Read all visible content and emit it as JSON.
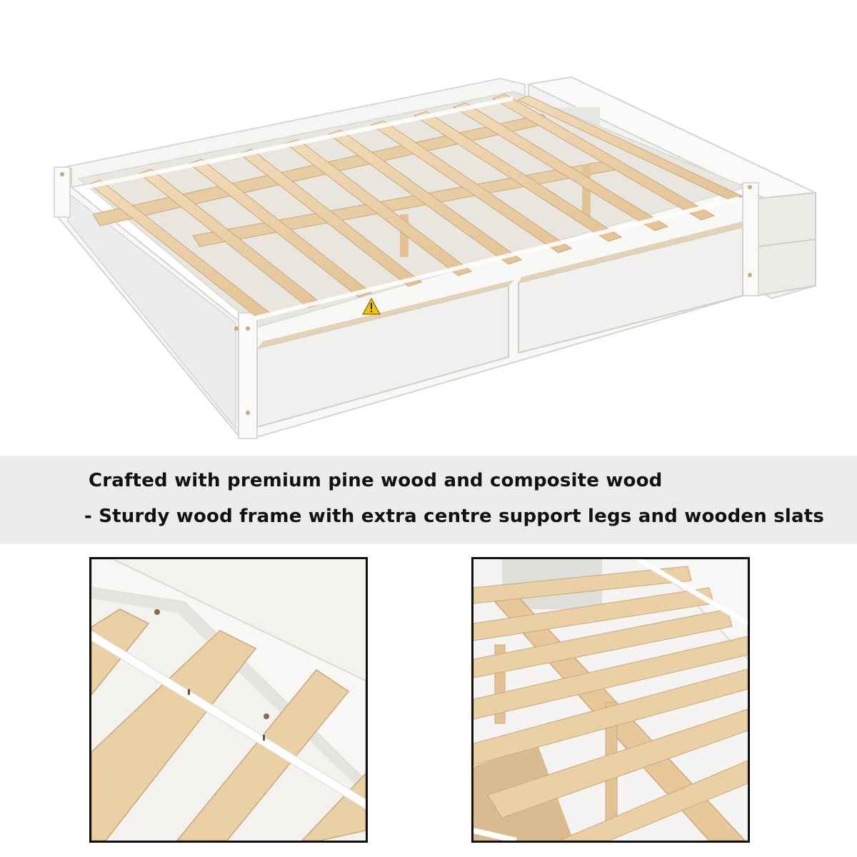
{
  "product": {
    "description": "White wooden full-size platform bed with pine slats, two under-bed drawers and an attached storage box at the head"
  },
  "banner": {
    "line1": "Crafted with premium pine wood and composite wood",
    "line2": "- Sturdy wood frame with extra centre support legs and wooden slats"
  },
  "colors": {
    "frame": "#f6f6f4",
    "frame_shadow": "#dcdcd8",
    "slat": "#ecd3ad",
    "slat_edge": "#c9a87c",
    "banner_bg": "#ececec",
    "border": "#111111",
    "warning": "#f2c200"
  },
  "icons": {
    "warning": "warning-triangle-icon"
  }
}
